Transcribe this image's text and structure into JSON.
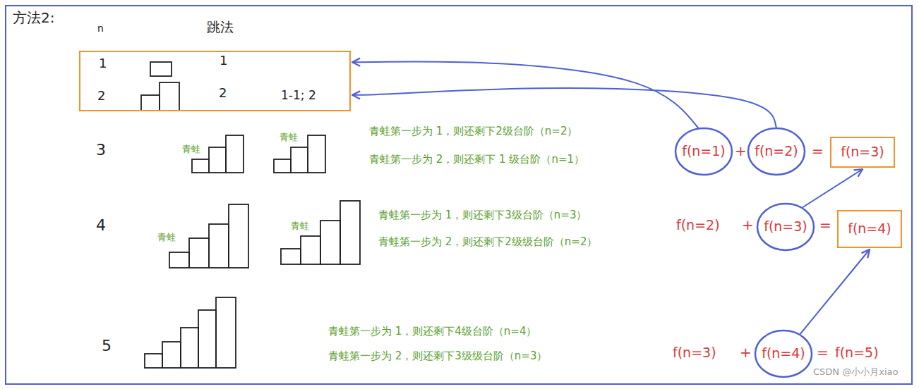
{
  "diagram": {
    "nodes": [
      {
        "text": [
          "1",
          "1",
          "2",
          "2",
          "1-1; 2"
        ]
      },
      {
        "text": [
          "f(n=1)"
        ]
      },
      {
        "text": [
          "f(n=2)"
        ]
      },
      {
        "text": [
          "f(n=3)"
        ]
      },
      {
        "text": [
          "f(n=3)"
        ]
      },
      {
        "text": [
          "f(n=4)"
        ]
      },
      {
        "text": [
          "f(n=4)"
        ]
      }
    ],
    "edges": [
      {
        "from": 1,
        "to": 0,
        "arrow": "to"
      },
      {
        "from": 2,
        "to": 0,
        "arrow": "to"
      },
      {
        "from": 4,
        "to": 3,
        "arrow": "to"
      },
      {
        "from": 6,
        "to": 5,
        "arrow": "to"
      }
    ],
    "labels": [
      "方法2:",
      "n",
      "跳法",
      "3",
      "青蛙",
      "青蛙",
      "青蛙第一步为 1，则还剩下2级台阶（n=2）",
      "青蛙第一步为 2，则还剩下 1 级台阶（n=1）",
      "+",
      "=",
      "4",
      "青蛙",
      "青蛙",
      "青蛙第一步为 1，则还剩下3级台阶（n=3）",
      "青蛙第一步为 2，则还剩下2级级台阶（n=2）",
      "f(n=2)",
      "+",
      "=",
      "5",
      "青蛙第一步为 1，则还剩下4级台阶（n=4）",
      "青蛙第一步为 2，则还剩下3级级台阶（n=3）",
      "f(n=3)",
      "+",
      "=",
      "f(n=5)",
      "CSDN @小小月xiao"
    ]
  }
}
